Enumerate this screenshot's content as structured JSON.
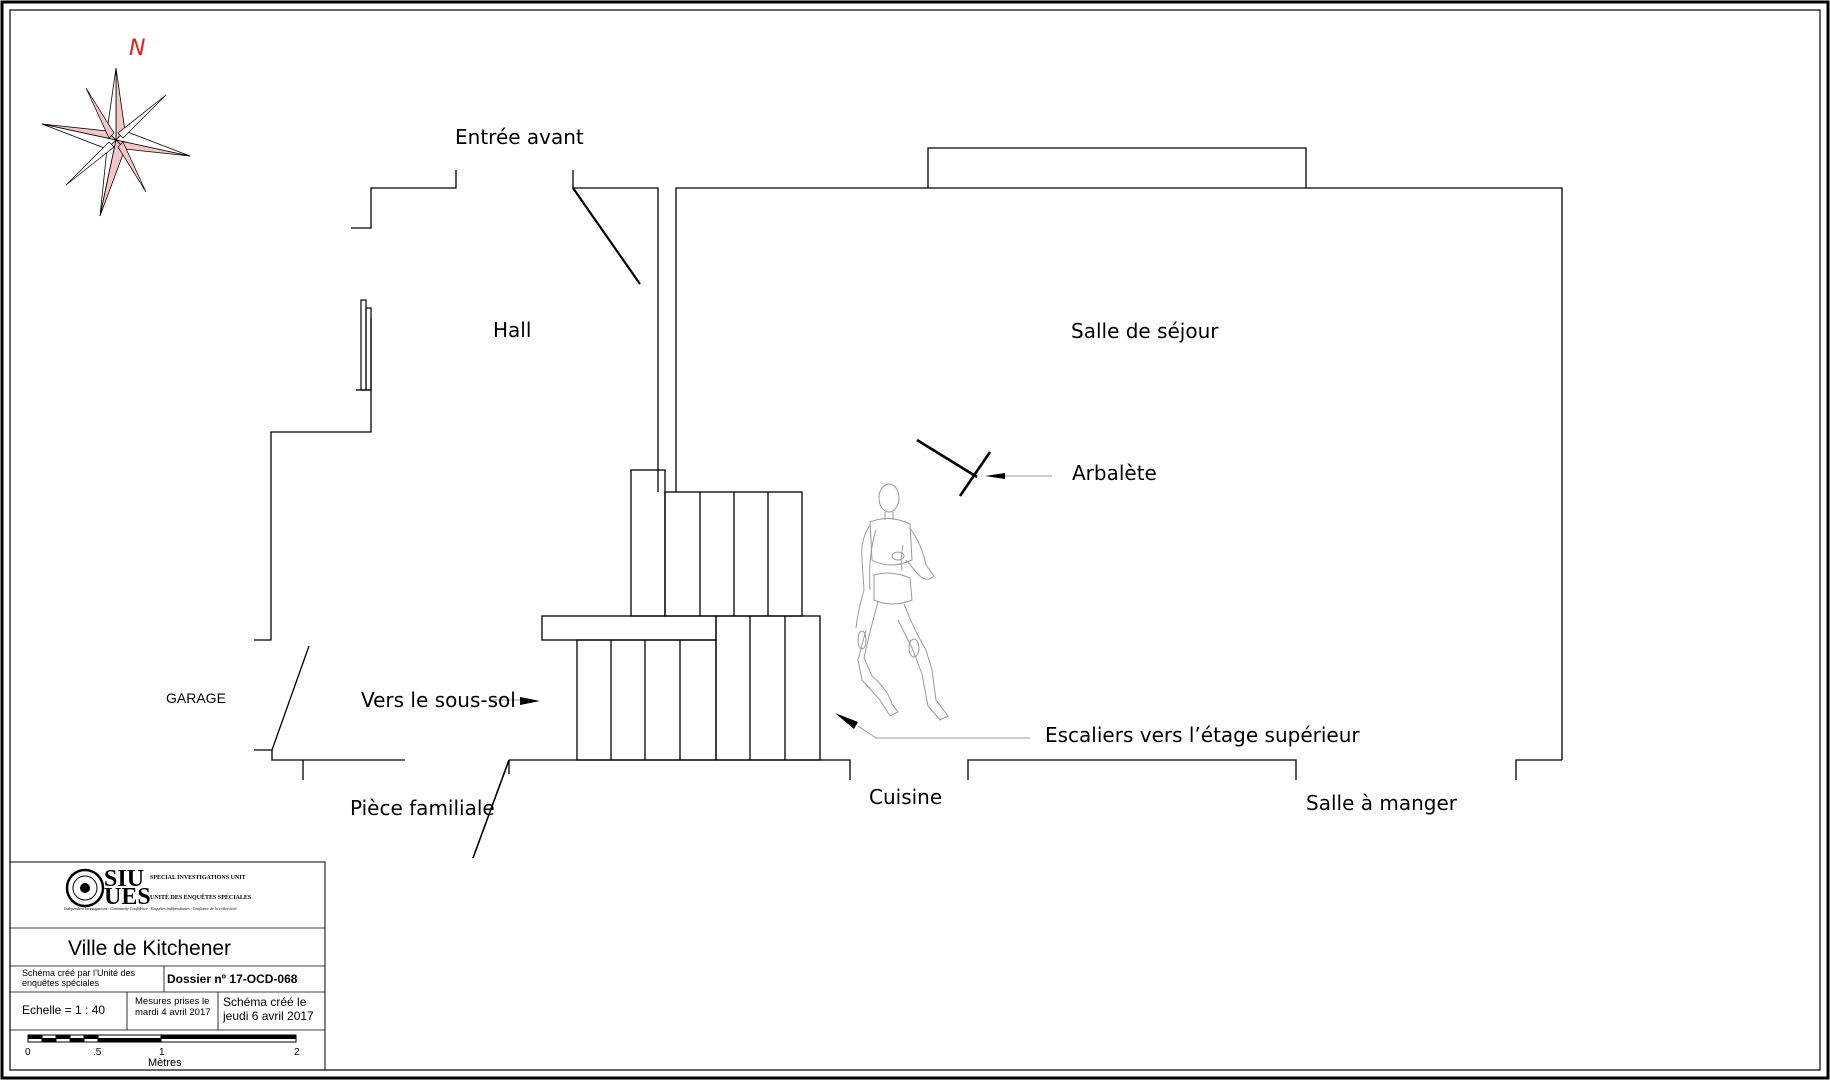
{
  "compass": {
    "north_label": "N",
    "accent_color": "#f4c7c7",
    "north_color": "#e02020"
  },
  "labels": {
    "entree_avant": "Entrée avant",
    "hall": "Hall",
    "salle_de_sejour": "Salle de séjour",
    "arbalete": "Arbalète",
    "garage": "GARAGE",
    "vers_sous_sol": "Vers le sous-sol",
    "escaliers": "Escaliers vers l’étage supérieur",
    "piece_familiale": "Pièce familiale",
    "cuisine": "Cuisine",
    "salle_a_manger": "Salle à manger"
  },
  "title_block": {
    "logo_top": "SIU",
    "logo_bottom": "UES",
    "logo_en": "SPECIAL INVESTIGATIONS UNIT",
    "logo_fr": "UNITÉ DES ENQUÊTES SPÉCIALES",
    "logo_tagline": "Independent Investigations · Community Confidence · Enquêtes indépendantes · Confiance de la collectivité",
    "city": "Ville de Kitchener",
    "created_by": "Schéma créé par l’Unité des enquêtes spéciales",
    "dossier": "Dossier nº 17-OCD-068",
    "scale": "Echelle = 1 : 40",
    "measures": "Mesures prises le mardi 4 avril 2017",
    "created_on": "Schéma créé le jeudi 6 avril 2017",
    "scale_bar": {
      "ticks": [
        "0",
        ".5",
        "1",
        "2"
      ],
      "unit": "Mètres"
    }
  }
}
